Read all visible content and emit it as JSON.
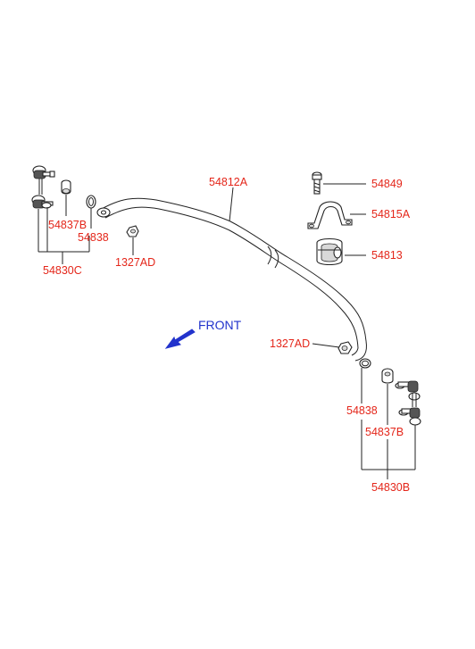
{
  "diagram": {
    "front_label": "FRONT",
    "arrow_color": "#2233cc",
    "label_color": "#e4261a",
    "labels": {
      "stabilizer_bar": "54812A",
      "bolt": "54849",
      "bracket": "54815A",
      "bushing": "54813",
      "nut_right": "1327AD",
      "nut_left": "1327AD",
      "left_link_assy": "54830C",
      "left_link_ball_joint": "54837B",
      "left_link_washer": "54838",
      "right_link_washer": "54838",
      "right_link_ball_joint": "54837B",
      "right_link_assy": "54830B"
    }
  }
}
